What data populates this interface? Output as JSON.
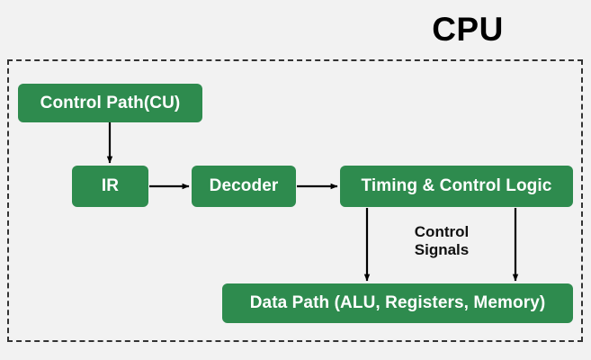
{
  "diagram": {
    "title": "CPU",
    "background_color": "#f2f2f2",
    "node_color": "#2e8b4e",
    "node_text_color": "#ffffff",
    "boundary_style": "dashed",
    "boundary_color": "#333333",
    "edge_color": "#000000",
    "nodes": [
      {
        "id": "control-path",
        "label": "Control Path(CU)"
      },
      {
        "id": "ir",
        "label": "IR"
      },
      {
        "id": "decoder",
        "label": "Decoder"
      },
      {
        "id": "timing",
        "label": "Timing & Control Logic"
      },
      {
        "id": "datapath",
        "label": "Data Path (ALU, Registers, Memory)"
      }
    ],
    "edges": [
      {
        "from": "control-path",
        "to": "ir",
        "label": ""
      },
      {
        "from": "ir",
        "to": "decoder",
        "label": ""
      },
      {
        "from": "decoder",
        "to": "timing",
        "label": ""
      },
      {
        "from": "timing",
        "to": "datapath",
        "label": "Control Signals"
      },
      {
        "from": "timing",
        "to": "datapath",
        "label": ""
      }
    ],
    "annotations": {
      "control_signals_line1": "Control",
      "control_signals_line2": "Signals"
    }
  }
}
